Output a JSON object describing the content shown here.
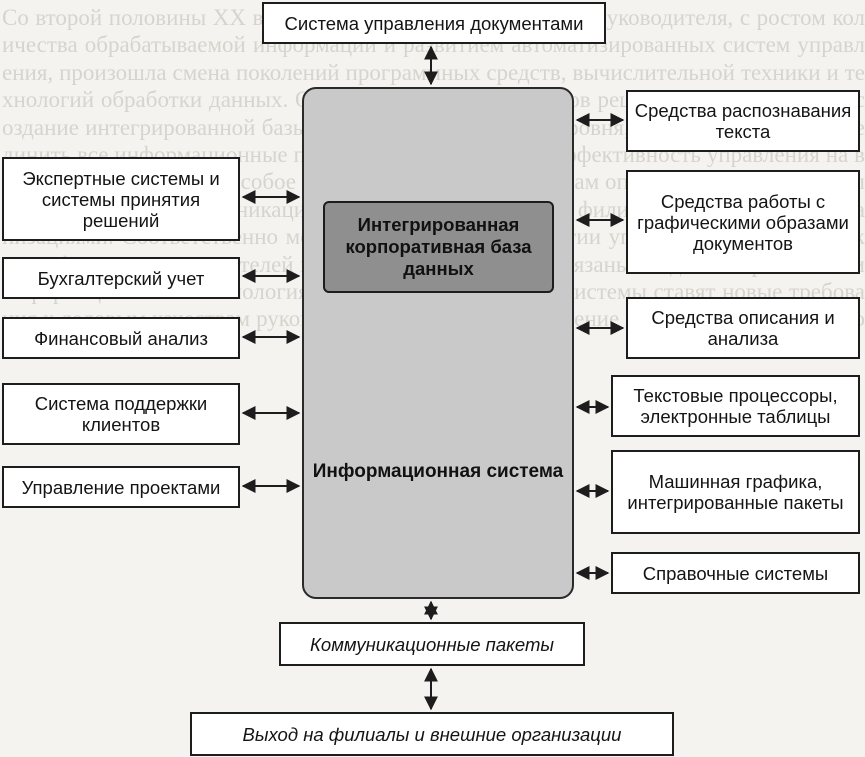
{
  "background_text": "Со второй половины ХХ века, в соответствии с функциями руководителя, с ростом количества обрабатываемой информации и развитием автоматизированных систем управления, произошла смена поколений программных средств, вычислительной техники и технологий обработки данных. Одним из основных способов решения проблемы стало создание интегрированной базы данных корпоративного уровня, которая позволяет объединить все информационные потоки, а также повысить эффективность управления на всех уровнях. При этом особое значение придается средствам описания и анализа данных, возможностям коммуникации и обмена информацией с филиалами и внешними организациями. Соответственно меняются методы и технологии управления, требования к квалификации руководителей и специалистов, которые обязаны владеть современными информационными технологиями. Автоматизированные системы ставят новые требования к деловым качествам руководителя, среди которых умение и навыки работы с информацией.",
  "diagram": {
    "top": "Система управления документами",
    "left": [
      "Экспертные системы и системы принятия решений",
      "Бухгалтерский учет",
      "Финансовый анализ",
      "Система поддержки клиентов",
      "Управление проектами"
    ],
    "right": [
      "Средства распознавания текста",
      "Средства работы с графическими образами документов",
      "Средства описания и анализа",
      "Текстовые процессоры, электронные таблицы",
      "Машинная графика, интегрированные пакеты",
      "Справочные системы"
    ],
    "center_db": "Интегрированная корпоративная база данных",
    "center_system": "Информационная система",
    "bottom": [
      "Коммуникационные пакеты",
      "Выход на филиалы и внешние организации"
    ]
  },
  "colors": {
    "frame": "#c9c9c9",
    "database": "#8f8f8f",
    "box": "#ffffff",
    "line": "#1d1d1d"
  }
}
